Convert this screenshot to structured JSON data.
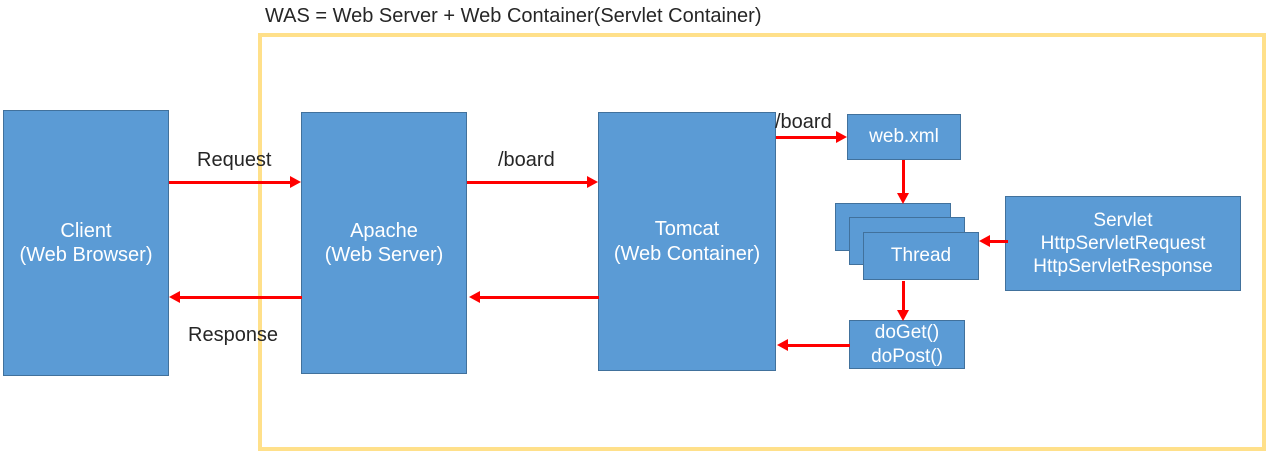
{
  "diagram": {
    "title": "WAS = Web Server + Web Container(Servlet Container)",
    "colors": {
      "box_fill": "#5B9BD5",
      "box_border": "#41719C",
      "arrow": "#FF0000",
      "frame": "#FFE08A",
      "background": "#FFFFFF",
      "box_text": "#FFFFFF",
      "label_text": "#262626"
    },
    "nodes": {
      "client": {
        "line1": "Client",
        "line2": "(Web Browser)"
      },
      "apache": {
        "line1": "Apache",
        "line2": "(Web Server)"
      },
      "tomcat": {
        "line1": "Tomcat",
        "line2": "(Web Container)"
      },
      "webxml": {
        "line1": "web.xml"
      },
      "thread": {
        "line1": "Thread"
      },
      "servlet": {
        "line1": "Servlet",
        "line2": "HttpServletRequest",
        "line3": "HttpServletResponse"
      },
      "methods": {
        "line1": "doGet()",
        "line2": "doPost()"
      }
    },
    "edge_labels": {
      "request": "Request",
      "response": "Response",
      "board_apache_tomcat": "/board",
      "board_tomcat_webxml": "/board"
    }
  }
}
